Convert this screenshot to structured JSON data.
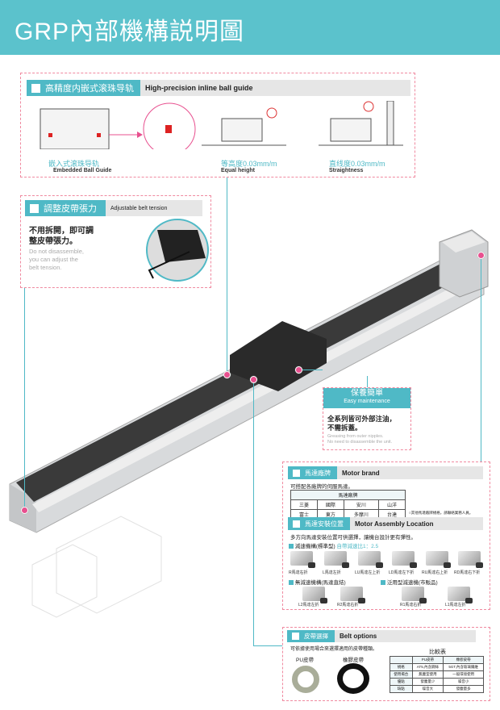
{
  "header": {
    "title": "GRP內部機構説明圖"
  },
  "guide": {
    "title_cn": "高精度内嵌式滚珠导轨",
    "title_en": "High-precision inline ball guide",
    "items": [
      {
        "cn": "嵌入式滚珠导轨",
        "en": "Embedded Ball Guide"
      },
      {
        "cn": "等高度0.03mm/m",
        "en": "Equal height"
      },
      {
        "cn": "直线度0.03mm/m",
        "en": "Straightness"
      }
    ]
  },
  "tension": {
    "title_cn": "調整皮帶張力",
    "title_en": "Adjustable belt tension",
    "body_cn": [
      "不用拆開，即可調",
      "整皮帶張力。"
    ],
    "body_en": [
      "Do not disassemble,",
      "you can adjust the",
      "belt tension."
    ]
  },
  "maintenance": {
    "title_cn": "保養簡單",
    "title_en": "Easy maintenance",
    "body_cn": [
      "全系列皆可外部注油，",
      "不需拆蓋。"
    ],
    "body_en": [
      "Greasing from outer nipples.",
      "No need to disassemble the unit."
    ]
  },
  "motor_brand": {
    "title_cn": "馬達廠牌",
    "title_en": "Motor brand",
    "desc": "可搭配各廠牌的伺服馬達。",
    "table_header": "馬達廠牌",
    "rows": [
      [
        "三菱",
        "國際",
        "安川",
        "山洋"
      ],
      [
        "富士",
        "東方",
        "多摩川",
        "台達"
      ]
    ],
    "note": "○其他馬達廠牌規格，請聯絡業務人員。"
  },
  "motor_location": {
    "title_cn": "馬達安裝位置",
    "title_en": "Motor Assembly Location",
    "desc": "多方向馬達安裝位置可供選擇，讓機台設計更有彈性。",
    "reducer_label": "減速機構(標準型)",
    "reducer_ratio": "自帶減速比1：2.5",
    "reducer_items": [
      "R馬達右折",
      "L馬達左折",
      "LU馬達左上折",
      "LD馬達左下折",
      "RU馬達右上折",
      "RD馬達右下折"
    ],
    "direct_label": "無減速機構(馬達直結)",
    "direct_items": [
      "L2馬達左折",
      "R2馬達右折"
    ],
    "generic_label": "泛用型減速機(市販品)",
    "generic_items": [
      "R1馬達右折",
      "L1馬達左折"
    ]
  },
  "belt": {
    "title_cn": "皮帶選擇",
    "title_en": "Belt options",
    "desc": "可依據使用場合來選擇適用的皮帶種類。",
    "pu_label": "PU皮帶",
    "rubber_label": "橡膠皮帶",
    "compare_title": "比較表",
    "table": [
      [
        "",
        "PU皮帶",
        "橡膠皮帶"
      ],
      [
        "規格",
        "AT5,內含鋼絲",
        "5GT,內含玻璃纖維"
      ],
      [
        "使用場合",
        "無塵室使用",
        "一般環境使用"
      ],
      [
        "優點",
        "發塵量少",
        "噪音小"
      ],
      [
        "缺點",
        "噪音大",
        "發塵量多"
      ]
    ]
  },
  "colors": {
    "accent": "#5bc2cc",
    "pink": "#e8508f"
  }
}
